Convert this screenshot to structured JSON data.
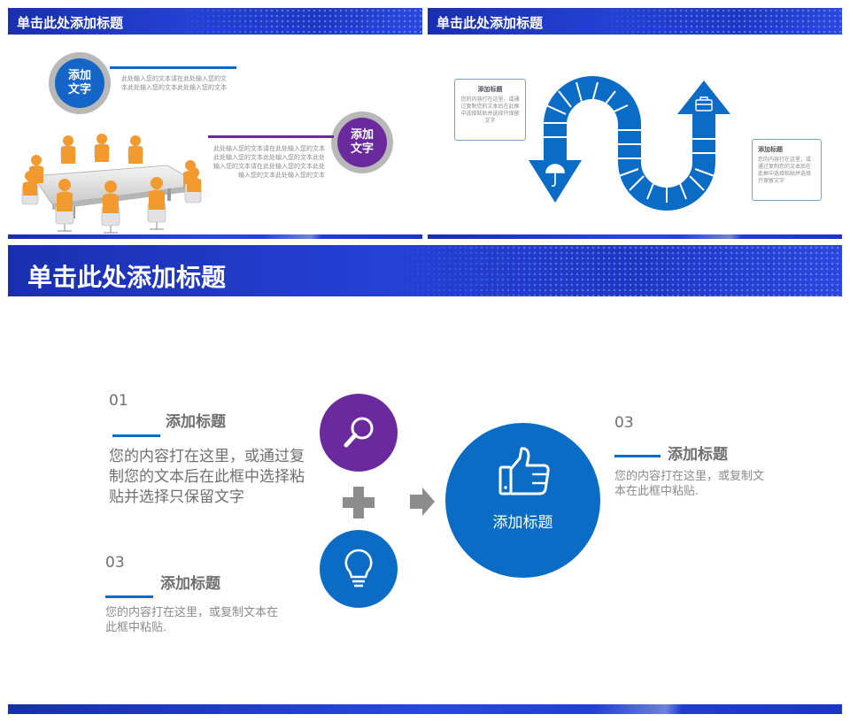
{
  "slide1": {
    "title": "单击此处添加标题",
    "badge1_line1": "添加",
    "badge1_line2": "文字",
    "text1": "此处输入您的文本请在此处输入您的文本此处输入您的文本此处输入您的文本",
    "badge2_line1": "添加",
    "badge2_line2": "文字",
    "text2": "此处输入您的文本请在此处输入您的文本此处输入您的文本此处输入您的文本此处输入您的文本请在此处输入您的文本此处输入您的文本此处输入您的文本",
    "colors": {
      "blue": "#1565c8",
      "purple": "#6a2a9e",
      "orange": "#f29a2e"
    }
  },
  "slide2": {
    "title": "单击此处添加标题",
    "box1_title": "添加标题",
    "box1_text": "您的内容打在这里，或通过复制您的文本后在此框中选择粘贴并选择只保留文字",
    "box2_title": "添加标题",
    "box2_text": "您的内容打在这里，或通过复制您的文本后在此框中选择粘贴并选择只保留文字",
    "icons": [
      "umbrella-icon",
      "briefcase-icon"
    ],
    "colors": {
      "blue": "#0b6cc6"
    }
  },
  "slide3": {
    "title": "单击此处添加标题",
    "item1": {
      "number": "01",
      "heading": "添加标题",
      "body": "您的内容打在这里，或通过复制您的文本后在此框中选择粘贴并选择只保留文字"
    },
    "item2": {
      "number": "03",
      "heading": "添加标题",
      "body": "您的内容打在这里，或复制文本在此框中粘贴."
    },
    "item3": {
      "number": "03",
      "heading": "添加标题",
      "body": "您的内容打在这里，或复制文本在此框中粘贴."
    },
    "center_label": "添加标题",
    "icons": [
      "search-icon",
      "lightbulb-icon",
      "thumbs-up-icon",
      "plus-icon",
      "arrow-right-icon"
    ],
    "colors": {
      "blue": "#0b6cc6",
      "purple": "#6a2a9e",
      "gray": "#8c8c8c"
    }
  }
}
